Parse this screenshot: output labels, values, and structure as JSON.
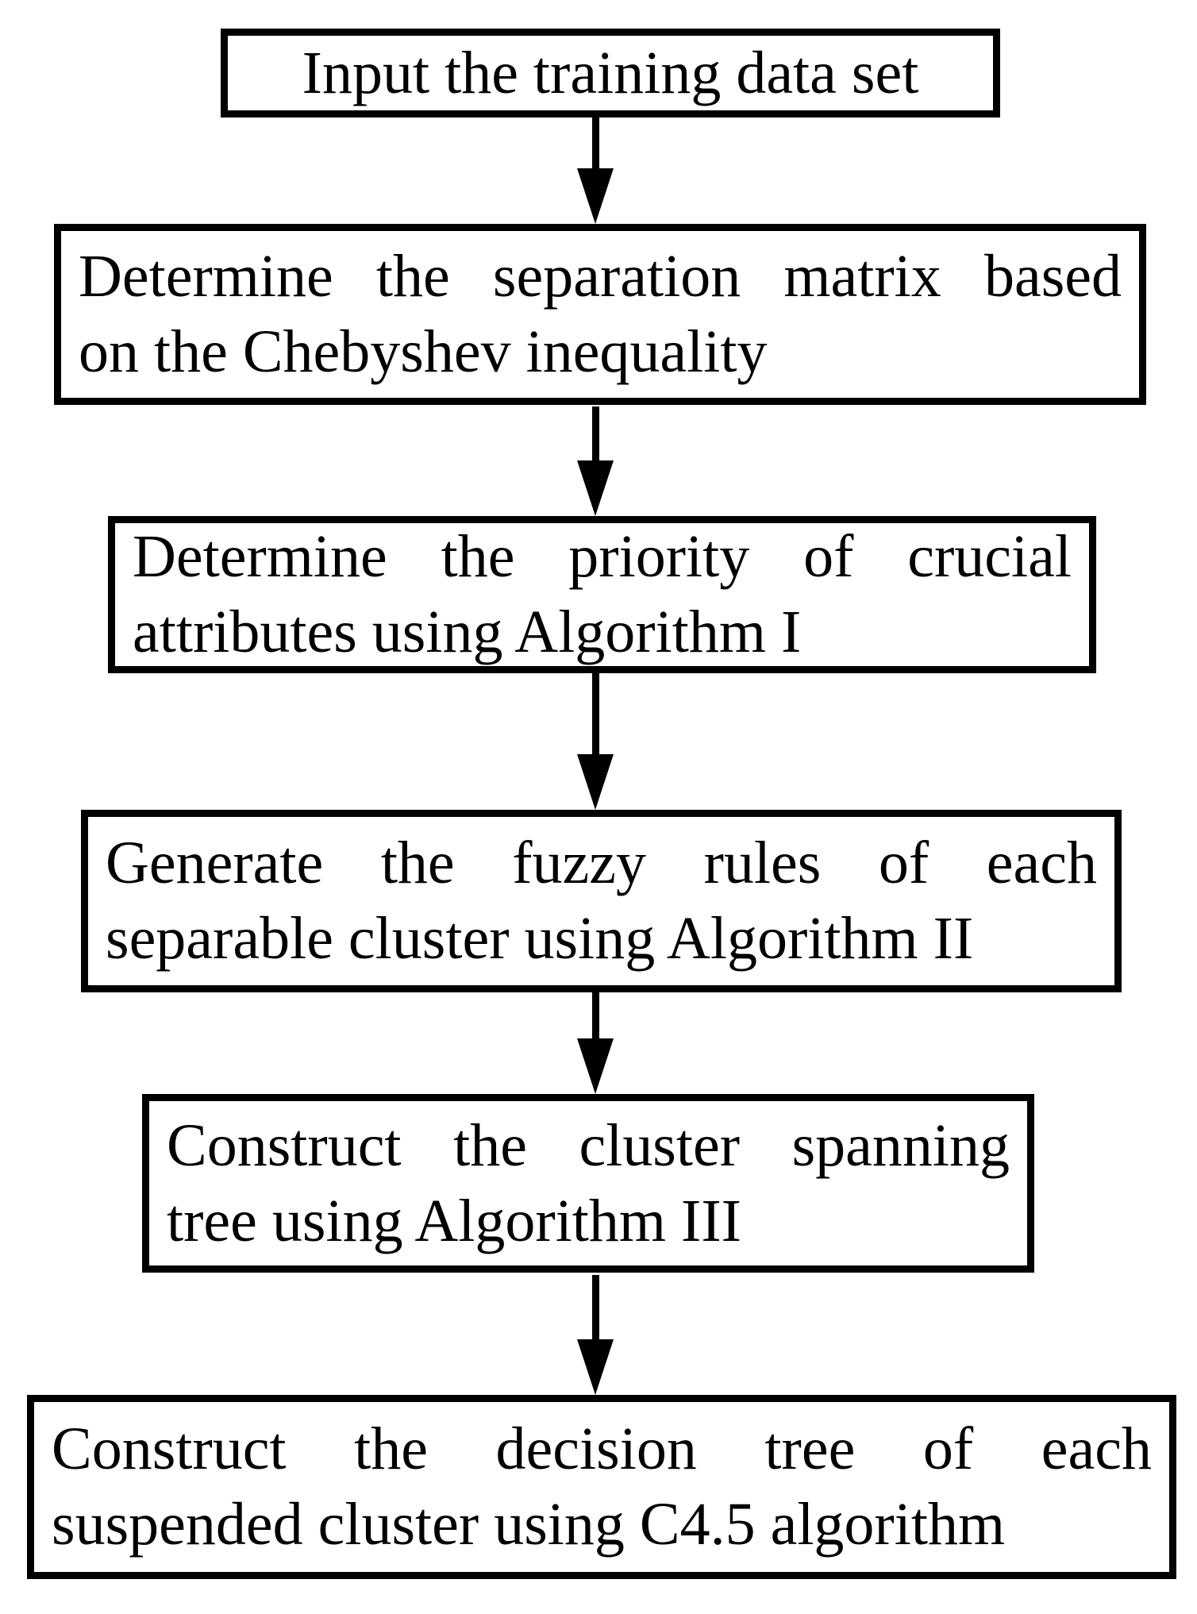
{
  "diagram": {
    "type": "flowchart",
    "direction": "top-down",
    "background_color": "#ffffff",
    "ink_color": "#000000",
    "nodes": [
      {
        "id": 1,
        "lines": [
          "Input the training data set"
        ]
      },
      {
        "id": 2,
        "lines": [
          "Determine the separation matrix based",
          "on the Chebyshev inequality"
        ]
      },
      {
        "id": 3,
        "lines": [
          "Determine the priority of crucial",
          "attributes using Algorithm I"
        ]
      },
      {
        "id": 4,
        "lines": [
          "Generate the fuzzy rules of each",
          "separable cluster using Algorithm II"
        ]
      },
      {
        "id": 5,
        "lines": [
          "Construct the cluster spanning",
          "tree using Algorithm III"
        ]
      },
      {
        "id": 6,
        "lines": [
          "Construct the decision tree of each",
          "suspended cluster using C4.5 algorithm"
        ]
      }
    ],
    "edges": [
      {
        "from": 1,
        "to": 2
      },
      {
        "from": 2,
        "to": 3
      },
      {
        "from": 3,
        "to": 4
      },
      {
        "from": 4,
        "to": 5
      },
      {
        "from": 5,
        "to": 6
      }
    ]
  }
}
